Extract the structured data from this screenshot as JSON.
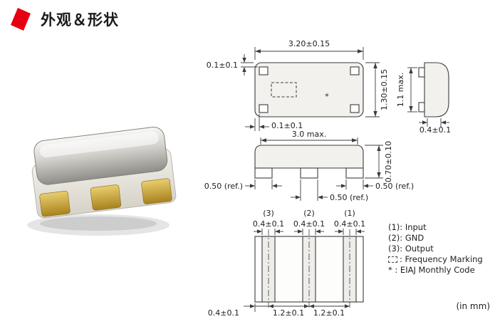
{
  "header": {
    "title": "外观＆形状"
  },
  "views": {
    "top": {
      "dim_width": "3.20±0.15",
      "dim_height": "1.30±0.15",
      "dim_offset_top": "0.1±0.1",
      "dim_offset_bottom": "0.1±0.1",
      "asterisk": "*"
    },
    "side": {
      "dim_body": "1.1 max.",
      "dim_pad": "0.4±0.1"
    },
    "front": {
      "dim_length": "3.0 max.",
      "dim_height": "0.70±0.10",
      "dim_end_left": "0.50 (ref.)",
      "dim_end_right": "0.50 (ref.)",
      "dim_center": "0.50 (ref.)"
    },
    "bottom": {
      "pin_3": "(3)",
      "pin_2": "(2)",
      "pin_1": "(1)",
      "dim_pad_3": "0.4±0.1",
      "dim_pad_2": "0.4±0.1",
      "dim_pad_1": "0.4±0.1",
      "dim_edge": "0.4±0.1",
      "dim_pitch_left": "1.2±0.1",
      "dim_pitch_right": "1.2±0.1"
    }
  },
  "legend": {
    "pin1": "(1): Input",
    "pin2": "(2): GND",
    "pin3": "(3): Output",
    "marking": ": Frequency Marking",
    "monthly_code": "* : EIAJ Monthly Code"
  },
  "units": "(in mm)"
}
